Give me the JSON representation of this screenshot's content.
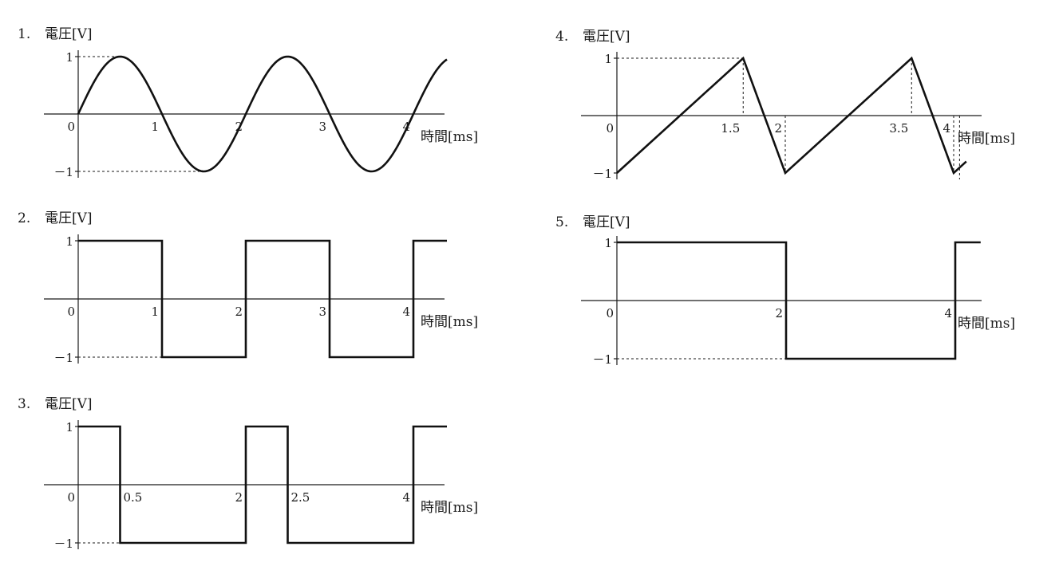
{
  "chart_data": [
    {
      "type": "line",
      "number": "1.",
      "ylabel": "電圧[V]",
      "xlabel": "時間[ms]",
      "wave": "sine",
      "period": 2,
      "x_domain": [
        0,
        4.4
      ],
      "ylim": [
        -1,
        1
      ],
      "x": [
        0,
        0.5,
        1,
        1.5,
        2,
        2.5,
        3,
        3.5,
        4
      ],
      "y": [
        0,
        1,
        0,
        -1,
        0,
        1,
        0,
        -1,
        0
      ],
      "x_ticks": [
        {
          "v": 0,
          "t": "0"
        },
        {
          "v": 1,
          "t": "1"
        },
        {
          "v": 2,
          "t": "2"
        },
        {
          "v": 3,
          "t": "3"
        },
        {
          "v": 4,
          "t": "4"
        }
      ],
      "y_ticks": [
        {
          "v": 1,
          "t": "1"
        },
        {
          "v": -1,
          "t": "－1"
        }
      ]
    },
    {
      "type": "line",
      "number": "2.",
      "ylabel": "電圧[V]",
      "xlabel": "時間[ms]",
      "wave": "step",
      "x_domain": [
        0,
        4.4
      ],
      "ylim": [
        -1,
        1
      ],
      "x": [
        0,
        1,
        1,
        2,
        2,
        3,
        3,
        4,
        4,
        4.4
      ],
      "y": [
        1,
        1,
        -1,
        -1,
        1,
        1,
        -1,
        -1,
        1,
        1
      ],
      "x_ticks": [
        {
          "v": 0,
          "t": "0"
        },
        {
          "v": 1,
          "t": "1"
        },
        {
          "v": 2,
          "t": "2"
        },
        {
          "v": 3,
          "t": "3"
        },
        {
          "v": 4,
          "t": "4"
        }
      ],
      "y_ticks": [
        {
          "v": 1,
          "t": "1"
        },
        {
          "v": -1,
          "t": "－1"
        }
      ]
    },
    {
      "type": "line",
      "number": "3.",
      "ylabel": "電圧[V]",
      "xlabel": "時間[ms]",
      "wave": "step",
      "x_domain": [
        0,
        4.4
      ],
      "ylim": [
        -1,
        1
      ],
      "x": [
        0,
        0.5,
        0.5,
        2,
        2,
        2.5,
        2.5,
        4,
        4,
        4.4
      ],
      "y": [
        1,
        1,
        -1,
        -1,
        1,
        1,
        -1,
        -1,
        1,
        1
      ],
      "x_ticks": [
        {
          "v": 0,
          "t": "0"
        },
        {
          "v": 0.5,
          "t": "0.5"
        },
        {
          "v": 2,
          "t": "2"
        },
        {
          "v": 2.5,
          "t": "2.5"
        },
        {
          "v": 4,
          "t": "4"
        }
      ],
      "y_ticks": [
        {
          "v": 1,
          "t": "1"
        },
        {
          "v": -1,
          "t": "－1"
        }
      ]
    },
    {
      "type": "line",
      "number": "4.",
      "ylabel": "電圧[V]",
      "xlabel": "時間[ms]",
      "wave": "sawtooth",
      "x_domain": [
        0,
        4.4
      ],
      "ylim": [
        -1,
        1
      ],
      "x": [
        0,
        1.5,
        2,
        3.5,
        4,
        4.15
      ],
      "y": [
        -1,
        1,
        -1,
        1,
        -1,
        -0.8
      ],
      "x_ticks": [
        {
          "v": 0,
          "t": "0"
        },
        {
          "v": 1.5,
          "t": "1.5"
        },
        {
          "v": 2,
          "t": "2"
        },
        {
          "v": 3.5,
          "t": "3.5"
        },
        {
          "v": 4,
          "t": "4"
        }
      ],
      "y_ticks": [
        {
          "v": 1,
          "t": "1"
        },
        {
          "v": -1,
          "t": "－1"
        }
      ]
    },
    {
      "type": "line",
      "number": "5.",
      "ylabel": "電圧[V]",
      "xlabel": "時間[ms]",
      "wave": "step",
      "x_domain": [
        0,
        4.4
      ],
      "ylim": [
        -1,
        1
      ],
      "x": [
        0,
        2,
        2,
        4,
        4,
        4.3
      ],
      "y": [
        1,
        1,
        -1,
        -1,
        1,
        1
      ],
      "x_ticks": [
        {
          "v": 0,
          "t": "0"
        },
        {
          "v": 2,
          "t": "2"
        },
        {
          "v": 4,
          "t": "4"
        }
      ],
      "y_ticks": [
        {
          "v": 1,
          "t": "1"
        },
        {
          "v": -1,
          "t": "－1"
        }
      ]
    }
  ]
}
